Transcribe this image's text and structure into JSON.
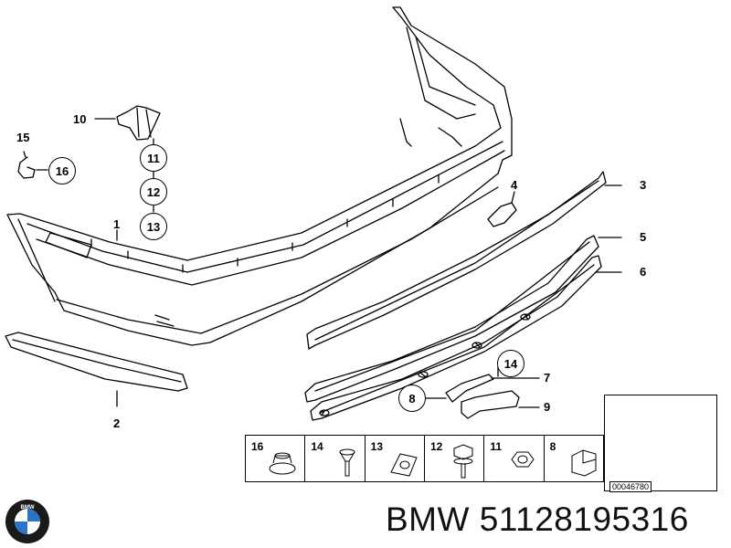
{
  "callouts": {
    "c1": "1",
    "c2": "2",
    "c3": "3",
    "c4": "4",
    "c5": "5",
    "c6": "6",
    "c7": "7",
    "c9": "9",
    "c10": "10",
    "c15": "15"
  },
  "circled": {
    "c8": "8",
    "c11": "11",
    "c12": "12",
    "c13": "13",
    "c14": "14",
    "c16": "16"
  },
  "hardware_table": [
    "16",
    "14",
    "13",
    "12",
    "11",
    "8"
  ],
  "thumbnail": {
    "code": "00046780"
  },
  "footer": {
    "brand": "BMW",
    "part_number": "51128195316"
  },
  "icons": [
    "bmw-logo-icon"
  ],
  "colors": {
    "line": "#000000",
    "background": "#ffffff",
    "logo_blue": "#2a73c8"
  }
}
